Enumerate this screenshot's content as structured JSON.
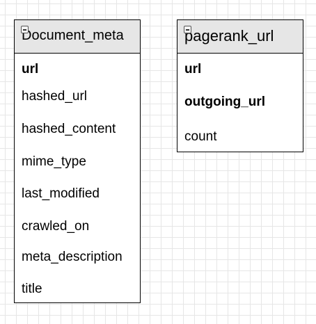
{
  "tables": [
    {
      "title": "Document_meta",
      "fields": [
        {
          "label": "url",
          "key": true
        },
        {
          "label": "hashed_url",
          "key": false
        },
        {
          "label": "hashed_content",
          "key": false
        },
        {
          "label": "mime_type",
          "key": false
        },
        {
          "label": "last_modified",
          "key": false
        },
        {
          "label": "crawled_on",
          "key": false
        },
        {
          "label": "meta_description",
          "key": false
        },
        {
          "label": "title",
          "key": false
        }
      ]
    },
    {
      "title": "pagerank_url",
      "fields": [
        {
          "label": "url",
          "key": true
        },
        {
          "label": "outgoing_url",
          "key": true
        },
        {
          "label": "count",
          "key": false
        }
      ]
    }
  ]
}
